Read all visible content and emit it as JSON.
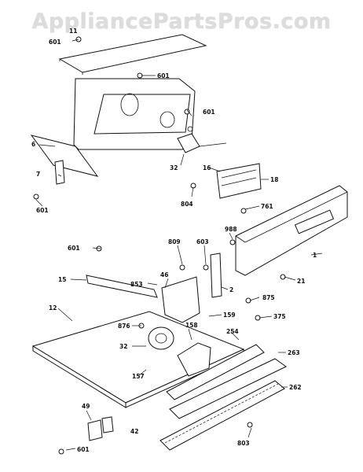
{
  "watermark": "AppliancePartsPros.com",
  "callouts": [
    "11",
    "601",
    "601",
    "601",
    "6",
    "7",
    "601",
    "32",
    "16",
    "18",
    "804",
    "761",
    "601",
    "988",
    "1",
    "21",
    "15",
    "809",
    "603",
    "46",
    "853",
    "2",
    "875",
    "375",
    "12",
    "876",
    "159",
    "158",
    "254",
    "32",
    "263",
    "157",
    "262",
    "49",
    "42",
    "601",
    "803"
  ]
}
